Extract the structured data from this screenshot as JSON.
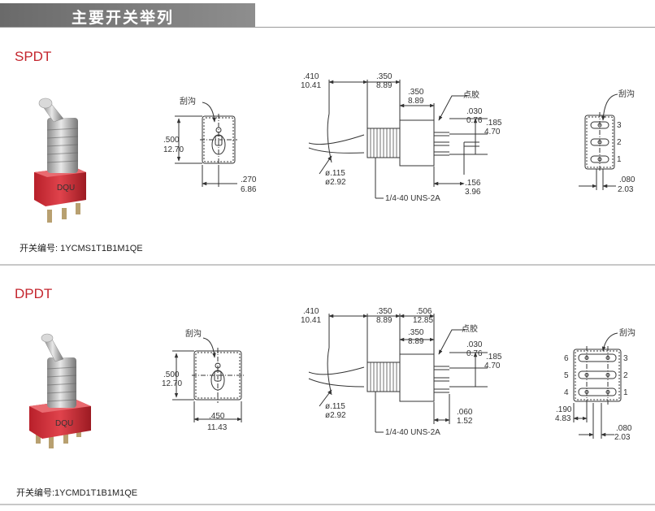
{
  "header": {
    "title": "主要开关举列"
  },
  "spdt": {
    "type": "SPDT",
    "part_number": "开关编号: 1YCMS1T1B1M1QE",
    "front": {
      "label": "刮沟",
      "h_in": ".500",
      "h_mm": "12.70",
      "w_in": ".270",
      "w_mm": "6.86"
    },
    "side": {
      "d1_in": ".410",
      "d1_mm": "10.41",
      "d2_in": ".350",
      "d2_mm": "8.89",
      "d3_in": ".350",
      "d3_mm": "8.89",
      "point_label": "点胶",
      "d4_in": ".030",
      "d4_mm": "0.76",
      "d5_in": ".185",
      "d5_mm": "4.70",
      "dia_in": "ø.115",
      "dia_mm": "ø2.92",
      "d6_in": ".156",
      "d6_mm": "3.96",
      "thread": "1/4-40 UNS-2A"
    },
    "bottom": {
      "label": "刮沟",
      "pins": [
        "3",
        "2",
        "1"
      ],
      "p_in": ".080",
      "p_mm": "2.03"
    }
  },
  "dpdt": {
    "type": "DPDT",
    "part_number": "开关编号:1YCMD1T1B1M1QE",
    "front": {
      "label": "刮沟",
      "h_in": ".500",
      "h_mm": "12.70",
      "w_in": ".450",
      "w_mm": "11.43"
    },
    "side": {
      "d1_in": ".410",
      "d1_mm": "10.41",
      "d2_in": ".350",
      "d2_mm": "8.89",
      "d7_in": ".506",
      "d7_mm": "12.85",
      "d3_in": ".350",
      "d3_mm": "8.89",
      "point_label": "点胶",
      "d4_in": ".030",
      "d4_mm": "0.76",
      "d5_in": ".185",
      "d5_mm": "4.70",
      "dia_in": "ø.115",
      "dia_mm": "ø2.92",
      "d6_in": ".060",
      "d6_mm": "1.52",
      "thread": "1/4-40 UNS-2A"
    },
    "bottom": {
      "label": "刮沟",
      "pins_left": [
        "6",
        "5",
        "4"
      ],
      "pins_right": [
        "3",
        "2",
        "1"
      ],
      "r_in": ".190",
      "r_mm": "4.83",
      "p_in": ".080",
      "p_mm": "2.03"
    }
  }
}
